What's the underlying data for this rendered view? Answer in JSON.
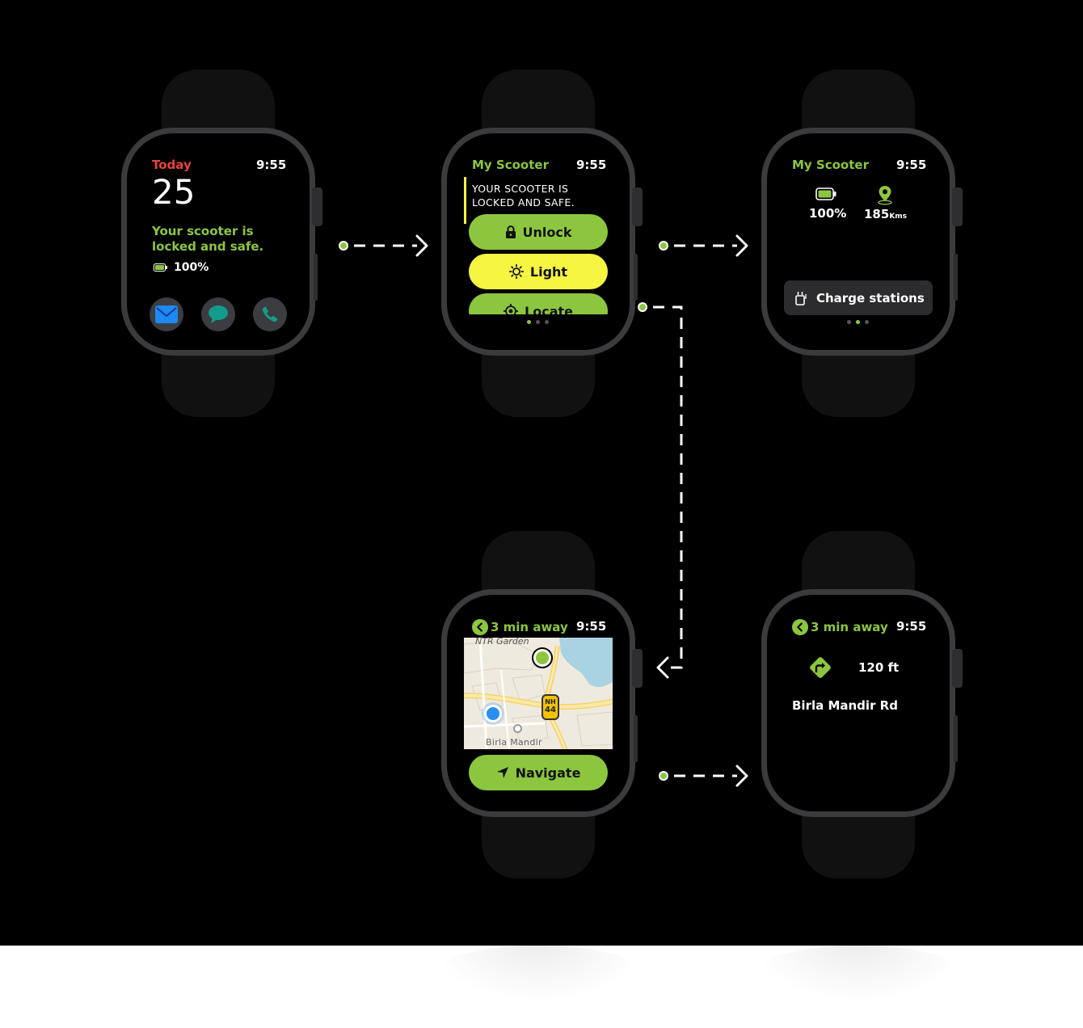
{
  "colors": {
    "accent": "#8cc63f",
    "today_red": "#e8443a",
    "light_yellow": "#f5f542",
    "map_blue": "#2b8ef0"
  },
  "watch1": {
    "day_label": "Today",
    "day_number": "25",
    "time": "9:55",
    "status_text_line1": "Your scooter is",
    "status_text_line2": "locked and safe.",
    "battery": "100%",
    "icons": [
      "mail-icon",
      "message-icon",
      "phone-icon"
    ]
  },
  "watch2": {
    "title": "My Scooter",
    "time": "9:55",
    "notice_line1": "YOUR SCOOTER IS",
    "notice_line2": "LOCKED AND SAFE.",
    "unlock_label": "Unlock",
    "light_label": "Light",
    "locate_label": "Locate",
    "page_index": 1,
    "page_count": 3
  },
  "watch3": {
    "title": "My Scooter",
    "time": "9:55",
    "battery": "100%",
    "range_value": "185",
    "range_unit": "Kms",
    "charge_label": "Charge stations",
    "page_index": 2,
    "page_count": 3
  },
  "watch4": {
    "eta": "3 min away",
    "time": "9:55",
    "map_label_top": "NTR Garden",
    "map_label_bottom": "Birla Mandir",
    "road_badge_line1": "NH",
    "road_badge_line2": "44",
    "navigate_label": "Navigate"
  },
  "watch5": {
    "eta": "3 min away",
    "time": "9:55",
    "distance": "120 ft",
    "street": "Birla Mandir Rd"
  }
}
